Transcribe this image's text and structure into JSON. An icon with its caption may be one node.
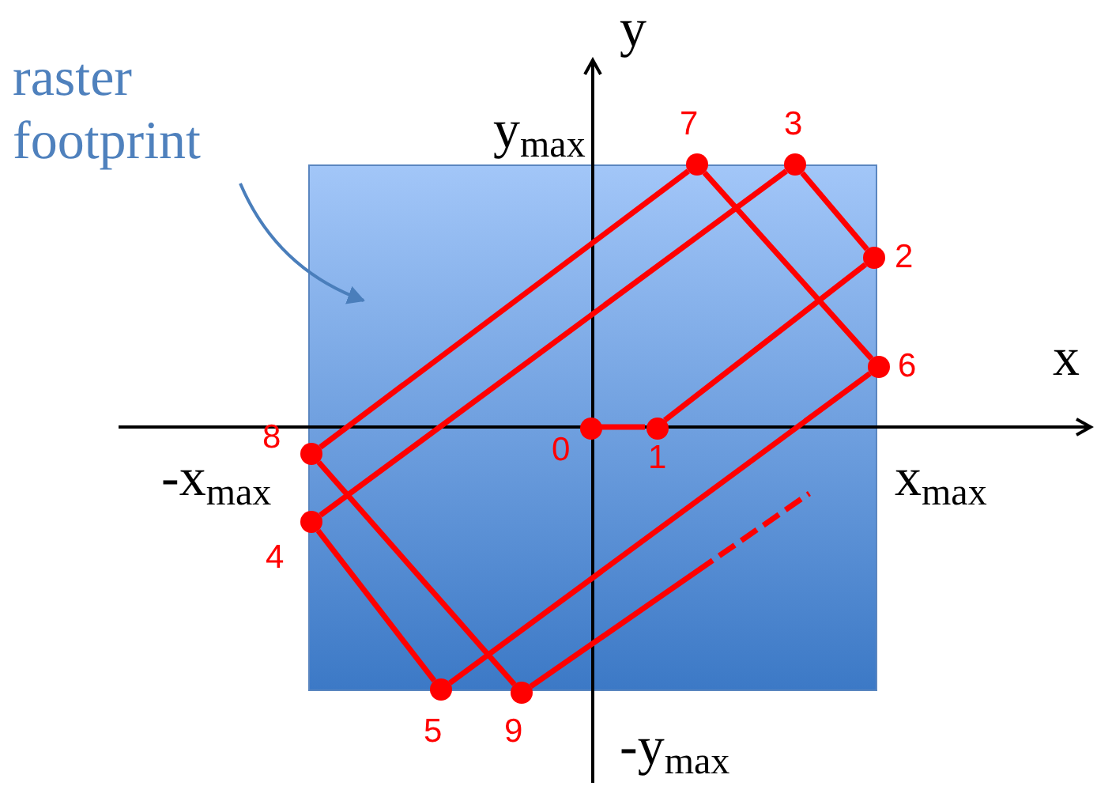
{
  "diagram": {
    "nodes": [
      {
        "text": [
          "raster footprint"
        ]
      },
      {
        "text": [],
        "shape": "box"
      },
      {
        "text": [],
        "shape": "circle",
        "beside": [
          "0"
        ],
        "in": 1
      },
      {
        "text": [],
        "shape": "circle",
        "beside": [
          "1"
        ],
        "in": 1
      },
      {
        "text": [],
        "shape": "circle",
        "beside": [
          "2"
        ]
      },
      {
        "text": [],
        "shape": "circle",
        "beside": [
          "3"
        ]
      },
      {
        "text": [],
        "shape": "circle",
        "beside": [
          "4"
        ]
      },
      {
        "text": [],
        "shape": "circle",
        "beside": [
          "5"
        ]
      },
      {
        "text": [],
        "shape": "circle",
        "beside": [
          "6"
        ]
      },
      {
        "text": [],
        "shape": "circle",
        "beside": [
          "7"
        ]
      },
      {
        "text": [],
        "shape": "circle",
        "beside": [
          "8"
        ]
      },
      {
        "text": [],
        "shape": "circle",
        "beside": [
          "9"
        ]
      }
    ],
    "edges": [
      {
        "from": 0,
        "to": 1,
        "arrow": "to",
        "color": "#4a7ebb"
      },
      {
        "from": 2,
        "to": 3,
        "arrow": "none"
      },
      {
        "from": 3,
        "to": 4,
        "arrow": "none"
      },
      {
        "from": 4,
        "to": 5,
        "arrow": "none"
      },
      {
        "from": 5,
        "to": 6,
        "arrow": "none"
      },
      {
        "from": 6,
        "to": 7,
        "arrow": "none"
      },
      {
        "from": 7,
        "to": 8,
        "arrow": "none"
      },
      {
        "from": 8,
        "to": 9,
        "arrow": "none"
      },
      {
        "from": 9,
        "to": 10,
        "arrow": "none"
      },
      {
        "from": 10,
        "to": 11,
        "arrow": "none"
      },
      {
        "from": 11,
        "to": null,
        "arrow": "none",
        "style": "dashed"
      }
    ],
    "labels": [
      "y",
      "y$_{max}$",
      "x",
      "-x$_{max}$",
      "x$_{max}$",
      "-y$_{max}$"
    ]
  }
}
